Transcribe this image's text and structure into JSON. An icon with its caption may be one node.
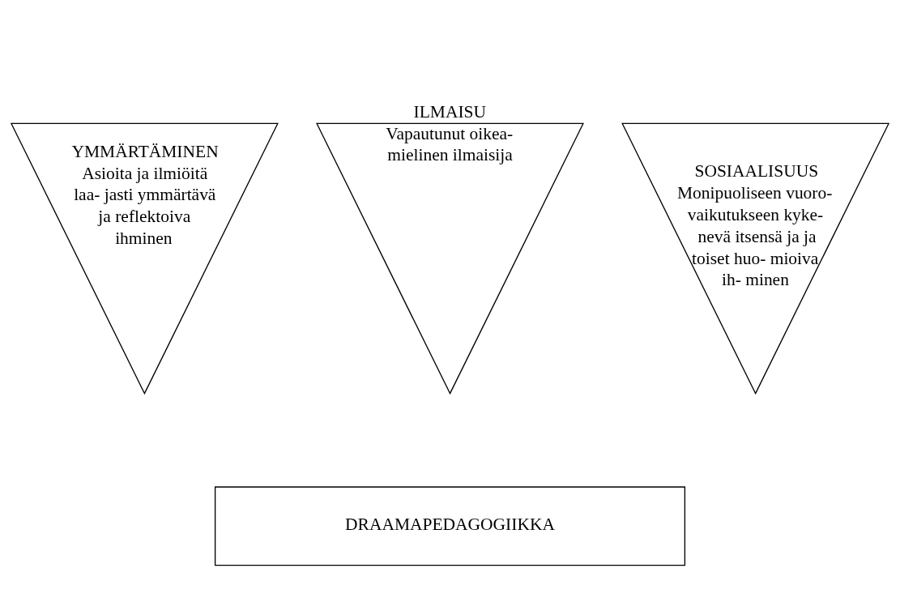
{
  "diagram": {
    "nodes": [
      {
        "text": [
          "YMMÄRTÄMINEN",
          "Asioita ja ilmiöitä laa- jasti ymmärtävä ja reflektoiva ihminen"
        ]
      },
      {
        "text": [
          "ILMAISU",
          "Vapautunut oikea- mielinen ilmaisija"
        ]
      },
      {
        "text": [
          "SOSIAALISUUS",
          "Monipuoliseen vuoro- vaikutukseen kyke- nevä itsensä ja ja toiset huo- mioiva ih- minen"
        ]
      },
      {
        "text": [
          "DRAAMAPEDAGOGIIKKA"
        ]
      }
    ],
    "edges": []
  }
}
